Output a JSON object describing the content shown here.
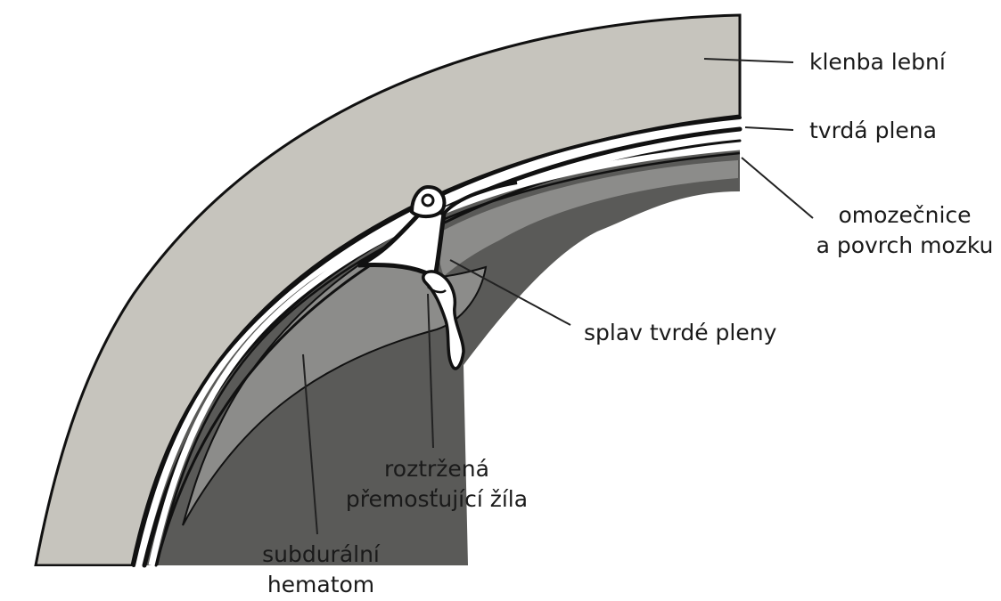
{
  "labels": {
    "skull_vault": "klenba lební",
    "dura_mater": "tvrdá plena",
    "arachnoid_brain": [
      "omozečnice",
      "a povrch mozku"
    ],
    "dural_sinus": "splav tvrdé pleny",
    "bridging_vein": [
      "roztržená",
      "přemosťující žíla"
    ],
    "subdural_hematoma": [
      "subdurální",
      "hematom"
    ]
  },
  "colors": {
    "skull": "#c6c4bd",
    "hematoma": "#8c8c8a",
    "brain": "#5a5a58",
    "outline": "#111111",
    "background": "#ffffff"
  }
}
